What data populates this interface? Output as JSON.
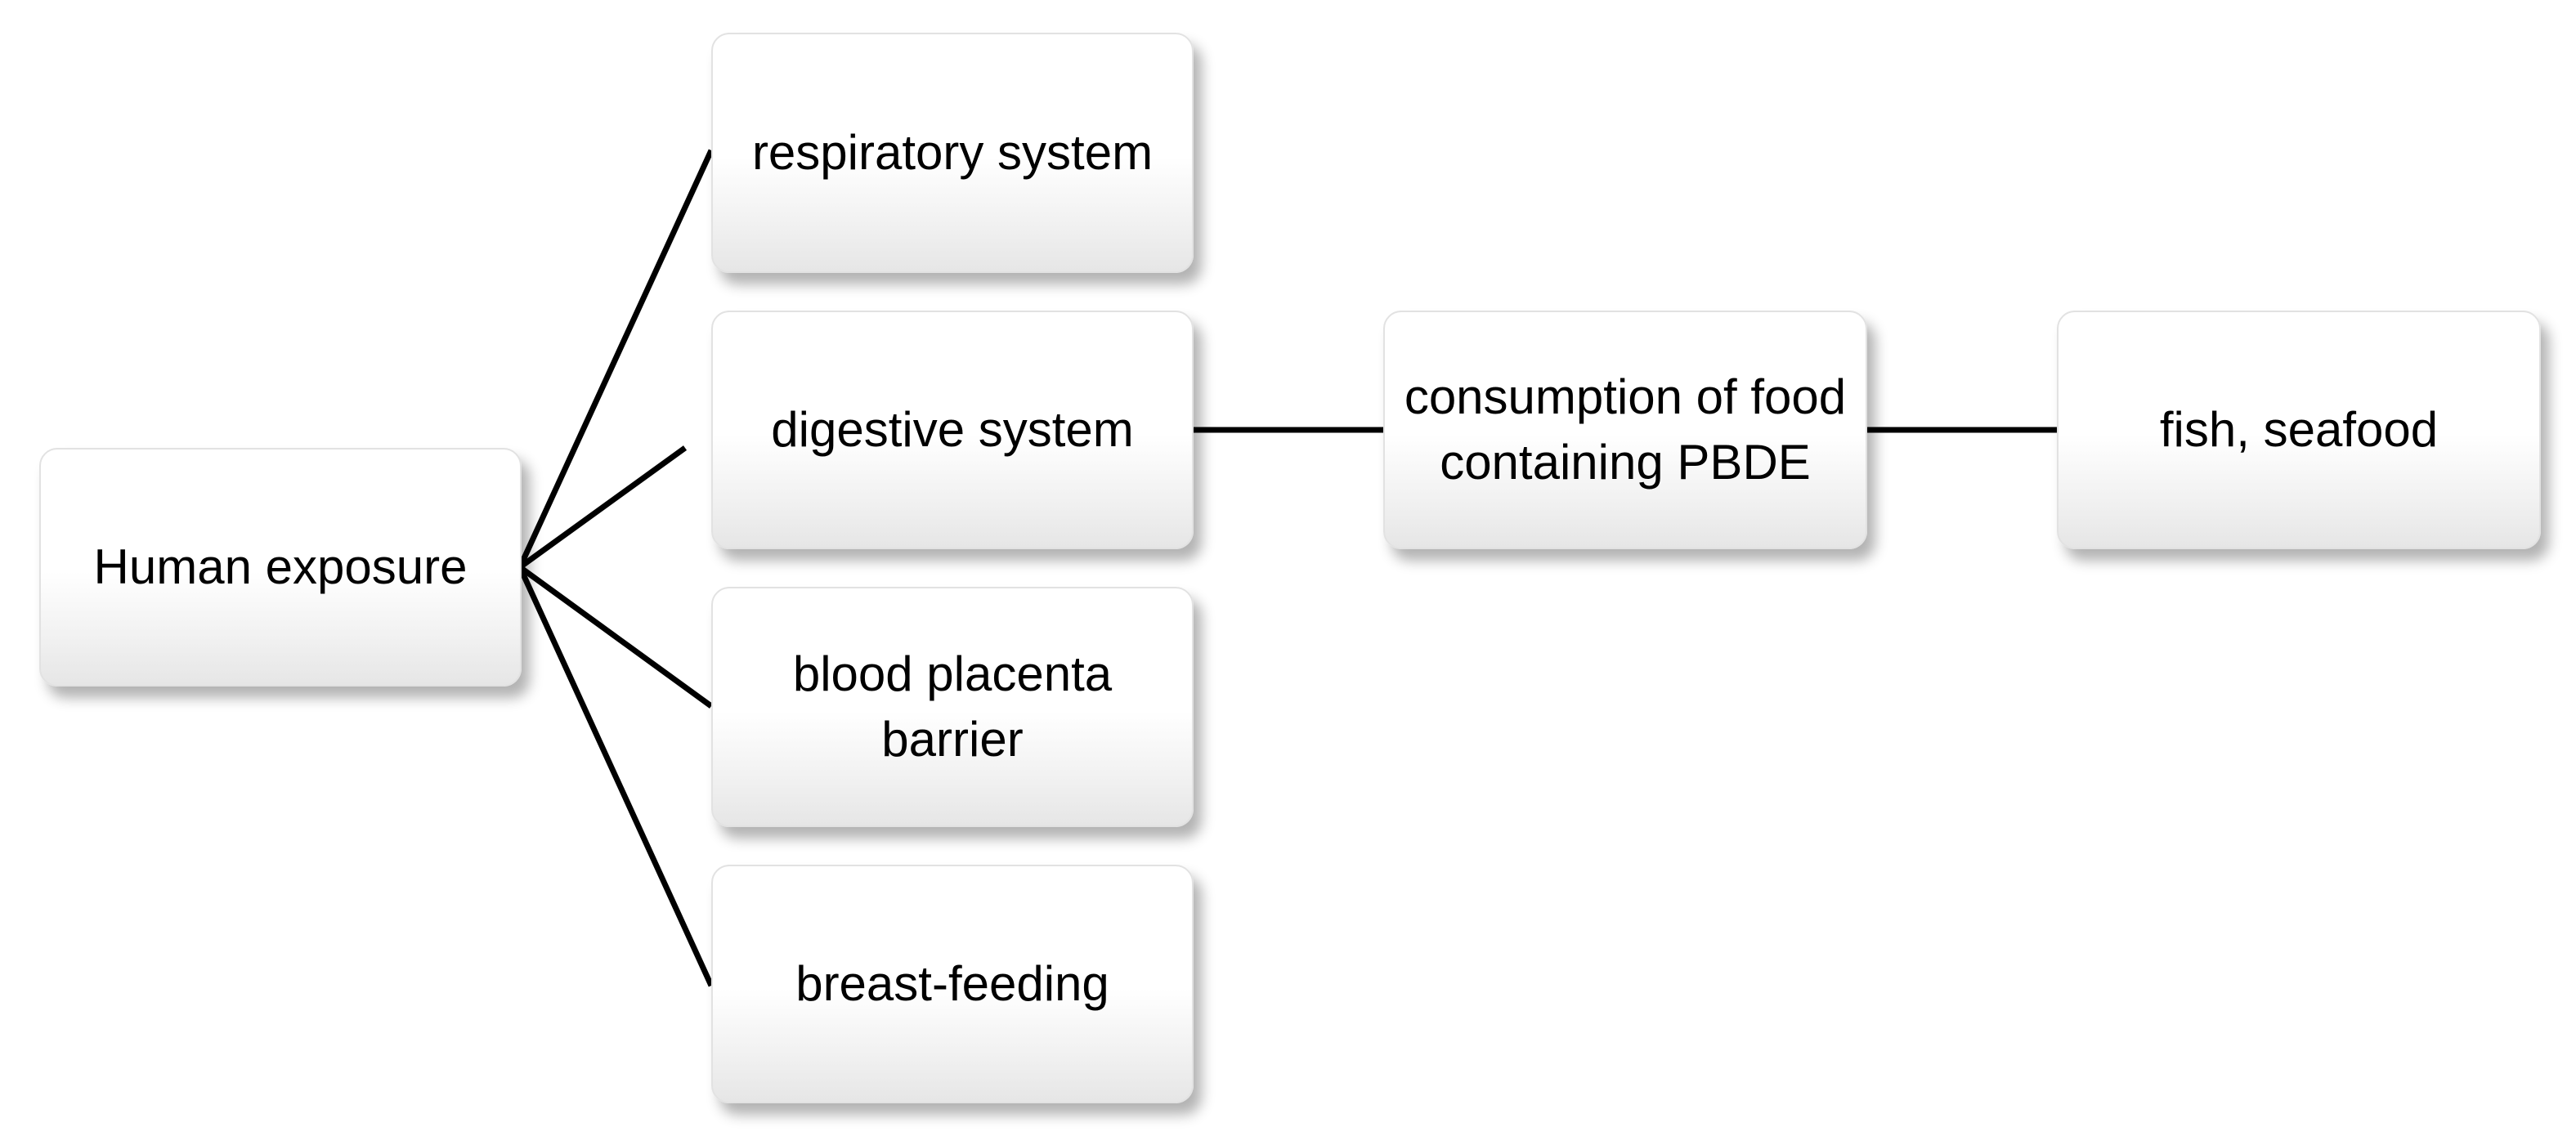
{
  "nodes": {
    "human_exposure": "Human exposure",
    "respiratory_system": "respiratory system",
    "digestive_system": "digestive system",
    "blood_placenta_barrier": "blood placenta barrier",
    "breast_feeding": "breast-feeding",
    "consumption_of_food": "consumption of food containing PBDE",
    "fish_seafood": "fish, seafood"
  },
  "edges": [
    {
      "from": "human_exposure",
      "to": "respiratory_system"
    },
    {
      "from": "human_exposure",
      "to": "digestive_system"
    },
    {
      "from": "human_exposure",
      "to": "blood_placenta_barrier"
    },
    {
      "from": "human_exposure",
      "to": "breast_feeding"
    },
    {
      "from": "digestive_system",
      "to": "consumption_of_food"
    },
    {
      "from": "consumption_of_food",
      "to": "fish_seafood"
    }
  ],
  "colors": {
    "line": "#000000",
    "node_border": "#e2e2e2",
    "node_fill_top": "#ffffff",
    "node_fill_bottom": "#e6e6e6"
  }
}
